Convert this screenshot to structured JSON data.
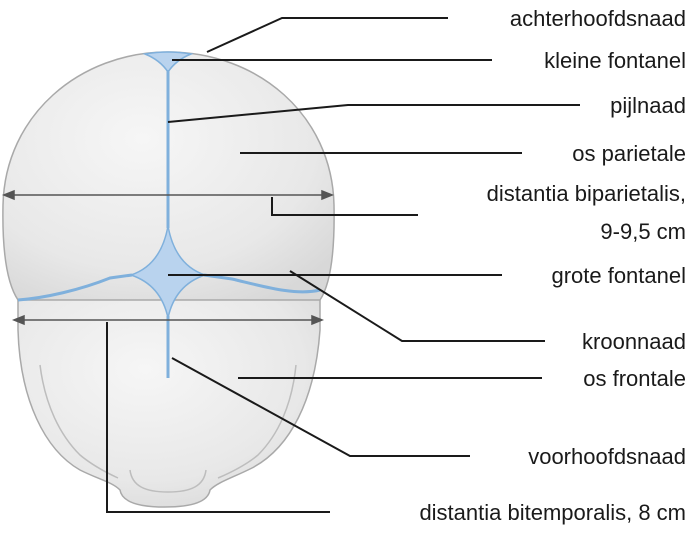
{
  "labels": {
    "achterhoofdsnaad": "achterhoofdsnaad",
    "kleine_fontanel": "kleine fontanel",
    "pijlnaad": "pijlnaad",
    "os_parietale": "os parietale",
    "distantia_biparietalis_line1": "distantia biparietalis,",
    "distantia_biparietalis_line2": "9-9,5 cm",
    "grote_fontanel": "grote fontanel",
    "kroonnaad": "kroonnaad",
    "os_frontale": "os frontale",
    "voorhoofdsnaad": "voorhoofdsnaad",
    "distantia_bitemporalis": "distantia bitemporalis, 8 cm"
  },
  "colors": {
    "skull_fill": "#e9e9e9",
    "skull_outline": "#a9a9a9",
    "suture": "#7fb0dc",
    "fontanel": "#b9d3ee",
    "leader_line": "#1a1a1a"
  }
}
